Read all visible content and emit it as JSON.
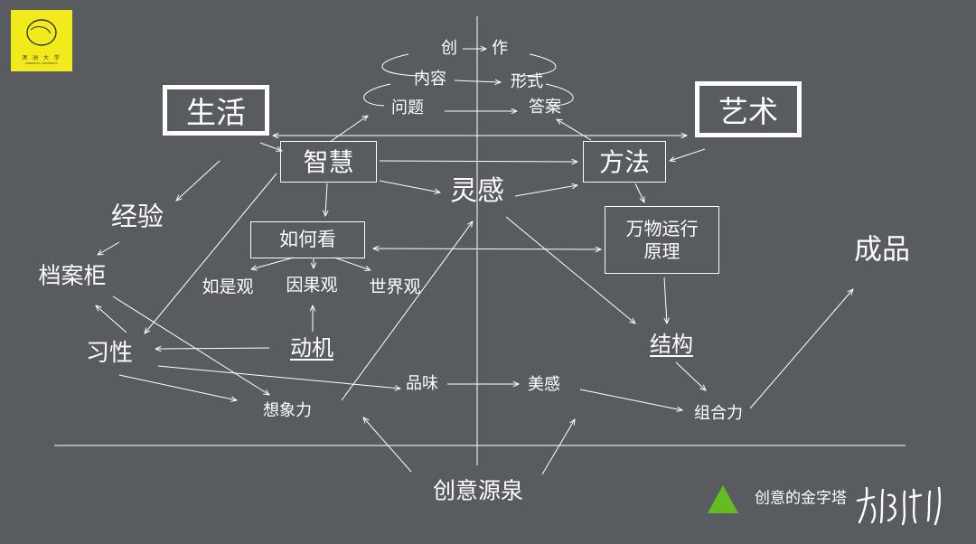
{
  "logo": {
    "name": "溟 洲 大 学",
    "subtitle": "MINGZHOU UNIVERSITY",
    "icon": "circle-swirl-logo",
    "color": "#f3ea1b"
  },
  "top_spiral": {
    "row1": [
      "创",
      "作"
    ],
    "row2": [
      "内容",
      "形式"
    ],
    "row3": [
      "问题",
      "答案"
    ]
  },
  "nodes": {
    "life": "生活",
    "art": "艺术",
    "wisdom": "智慧",
    "method": "方法",
    "inspiration": "灵感",
    "experience": "经验",
    "archive": "档案柜",
    "how_to_see": "如何看",
    "as_is_view": "如是观",
    "causality_view": "因果观",
    "world_view": "世界观",
    "principle": "万物运行原理",
    "motive": "动机",
    "habit": "习性",
    "imagination": "想象力",
    "taste": "品味",
    "aesthetic": "美感",
    "structure": "结构",
    "combination": "组合力",
    "product": "成品",
    "source": "创意源泉"
  },
  "legend": {
    "label": "创意的金字塔",
    "color": "#66bb22",
    "icon": "green-triangle-icon"
  },
  "signature": "handwritten-signature",
  "colors": {
    "background": "#585c60",
    "line": "#ffffff"
  }
}
